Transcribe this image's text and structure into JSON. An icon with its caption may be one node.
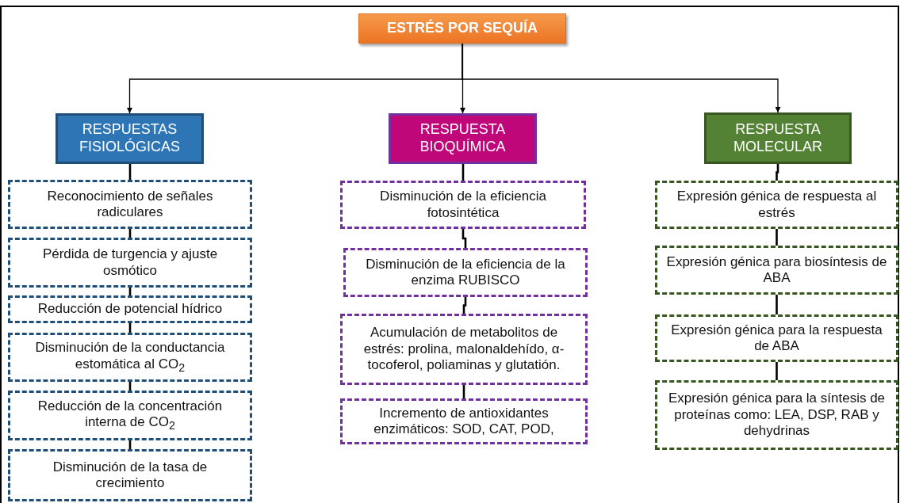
{
  "diagram": {
    "nodes": [
      {
        "text": [
          "ESTRÉS POR SEQUÍA"
        ]
      },
      {
        "text": [
          "RESPUESTAS FISIOLÓGICAS"
        ]
      },
      {
        "text": [
          "RESPUESTA BIOQUÍMICA"
        ]
      },
      {
        "text": [
          "RESPUESTA MOLECULAR"
        ]
      },
      {
        "text": [
          "Reconocimiento de señales radiculares"
        ]
      },
      {
        "text": [
          "Pérdida de turgencia y ajuste osmótico"
        ]
      },
      {
        "text": [
          "Reducción de potencial hídrico"
        ]
      },
      {
        "text": [
          "Disminución de la conductancia estomática al CO$_{2}$"
        ]
      },
      {
        "text": [
          "Reducción de la concentración interna de CO$_{2}$"
        ]
      },
      {
        "text": [
          "Disminución de la tasa de crecimiento"
        ]
      },
      {
        "text": [
          "Disminución de la eficiencia fotosintética"
        ]
      },
      {
        "text": [
          "Disminución de la eficiencia de la enzima RUBISCO"
        ]
      },
      {
        "text": [
          "Acumulación de metabolitos de estrés: prolina, malonaldehído, α-tocoferol, poliaminas y glutatión."
        ]
      },
      {
        "text": [
          "Incremento de antioxidantes enzimáticos: SOD, CAT, POD,"
        ]
      },
      {
        "text": [
          "Expresión génica de respuesta al estrés"
        ]
      },
      {
        "text": [
          "Expresión génica para biosíntesis de ABA"
        ]
      },
      {
        "text": [
          "Expresión génica para la respuesta de ABA"
        ]
      },
      {
        "text": [
          "Expresión génica para la síntesis de proteínas como: LEA, DSP, RAB y  dehydrinas"
        ]
      }
    ],
    "edges": [
      {
        "from": 0,
        "to": 1,
        "arrow": "to"
      },
      {
        "from": 0,
        "to": 2,
        "arrow": "to"
      },
      {
        "from": 0,
        "to": 3,
        "arrow": "to"
      },
      {
        "from": 1,
        "to": 4,
        "arrow": "none"
      },
      {
        "from": 4,
        "to": 5,
        "arrow": "none"
      },
      {
        "from": 5,
        "to": 6,
        "arrow": "none"
      },
      {
        "from": 6,
        "to": 7,
        "arrow": "none"
      },
      {
        "from": 7,
        "to": 8,
        "arrow": "none"
      },
      {
        "from": 8,
        "to": 9,
        "arrow": "none"
      },
      {
        "from": 2,
        "to": 10,
        "arrow": "none"
      },
      {
        "from": 10,
        "to": 11,
        "arrow": "none"
      },
      {
        "from": 11,
        "to": 12,
        "arrow": "none"
      },
      {
        "from": 12,
        "to": 13,
        "arrow": "none"
      },
      {
        "from": 3,
        "to": 14,
        "arrow": "none"
      },
      {
        "from": 14,
        "to": 15,
        "arrow": "none"
      },
      {
        "from": 15,
        "to": 16,
        "arrow": "none"
      },
      {
        "from": 16,
        "to": 17,
        "arrow": "none"
      }
    ]
  }
}
